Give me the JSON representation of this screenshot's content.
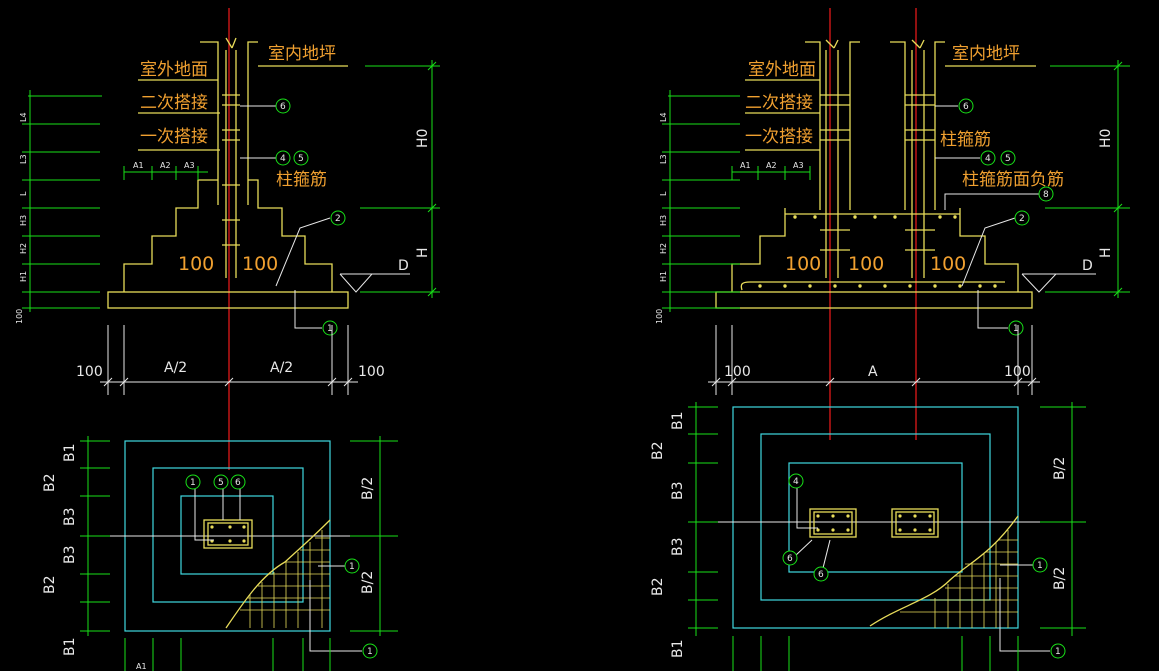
{
  "left": {
    "labels": {
      "outdoor_ground": "室外地面",
      "indoor_floor": "室内地坪",
      "second_splice": "二次搭接",
      "first_splice": "一次搭接",
      "column_stirrup": "柱箍筋"
    },
    "steps": {
      "s1": "100",
      "s2": "100"
    },
    "dims": {
      "h0": "H0",
      "h": "H",
      "d": "D",
      "left_ext": "100",
      "right_ext": "100",
      "half_a_left": "A/2",
      "half_a_right": "A/2"
    },
    "side_dims": {
      "l4": "L4",
      "l3": "L3",
      "l": "L",
      "h3": "H3",
      "h2": "H2",
      "h1": "H1",
      "base": "100"
    },
    "a_labels": {
      "a1": "A1",
      "a2": "A2",
      "a3": "A3"
    },
    "plan_left_dims": {
      "b1_top": "B1",
      "b2_top": "B2",
      "b3_top": "B3",
      "b3_bot": "B3",
      "b2_bot": "B2",
      "b1_bot": "B1"
    },
    "plan_right_dims": {
      "b_half_top": "B/2",
      "b_half_bot": "B/2"
    },
    "plan_bottom": {
      "a1": "A1"
    },
    "circles": {
      "c6": "6",
      "c4": "4",
      "c5": "5",
      "c2": "2",
      "c1": "1",
      "p1": "1",
      "p5": "5",
      "p6": "6",
      "p1b": "1",
      "p1c": "1"
    }
  },
  "right": {
    "labels": {
      "outdoor_ground": "室外地面",
      "indoor_floor": "室内地坪",
      "second_splice": "二次搭接",
      "first_splice": "一次搭接",
      "column_stirrup": "柱箍筋",
      "column_stirrup_top_neg": "柱箍筋面负筋"
    },
    "steps": {
      "s1": "100",
      "s2": "100",
      "s3": "100"
    },
    "dims": {
      "h0": "H0",
      "h": "H",
      "d": "D",
      "left_ext": "100",
      "right_ext": "100",
      "a": "A"
    },
    "side_dims": {
      "l4": "L4",
      "l3": "L3",
      "l": "L",
      "h3": "H3",
      "h2": "H2",
      "h1": "H1",
      "base": "100"
    },
    "a_labels": {
      "a1": "A1",
      "a2": "A2",
      "a3": "A3"
    },
    "plan_left_dims": {
      "b1_top": "B1",
      "b2_top": "B2",
      "b3_top": "B3",
      "b3_bot": "B3",
      "b2_bot": "B2",
      "b1_bot": "B1"
    },
    "plan_right_dims": {
      "b_half_top": "B/2",
      "b_half_bot": "B/2"
    },
    "circles": {
      "c6": "6",
      "c4": "4",
      "c5": "5",
      "c2": "2",
      "c1": "1",
      "c8": "8",
      "p4": "4",
      "p6a": "6",
      "p6b": "6",
      "p1b": "1",
      "p1c": "1"
    }
  }
}
